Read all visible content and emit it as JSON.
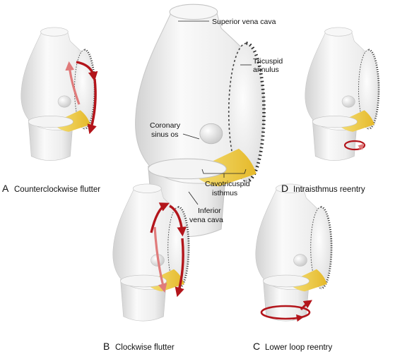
{
  "labels": {
    "svc": "Superior vena cava",
    "tricuspid1": "Tricuspid",
    "tricuspid2": "annulus",
    "coronary1": "Coronary",
    "coronary2": "sinus os",
    "cti1": "Cavotricuspid",
    "cti2": "isthmus",
    "ivc1": "Inferior",
    "ivc2": "vena cava"
  },
  "panels": [
    {
      "letter": "A",
      "caption": "Counterclockwise flutter"
    },
    {
      "letter": "B",
      "caption": "Clockwise flutter"
    },
    {
      "letter": "C",
      "caption": "Lower loop reentry"
    },
    {
      "letter": "D",
      "caption": "Intraisthmus reentry"
    }
  ],
  "colors": {
    "arrow_dark": "#b3151b",
    "arrow_light": "#e07b7b",
    "isthmus": "#f2d24b",
    "body": "#eeeeee"
  }
}
